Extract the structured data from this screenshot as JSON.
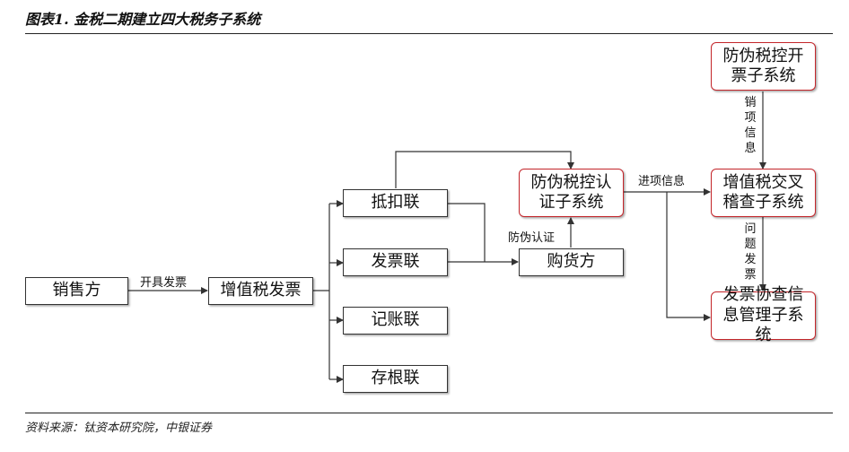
{
  "title": "图表1. 金税二期建立四大税务子系统",
  "source": "资料来源：钛资本研究院，中银证券",
  "nodes": {
    "seller": "销售方",
    "vat_invoice": "增值税发票",
    "deduction_copy": "抵扣联",
    "invoice_copy": "发票联",
    "bookkeeping_copy": "记账联",
    "stub_copy": "存根联",
    "anti_fraud_verify": "防伪税控认证子系统",
    "buyer": "购货方",
    "anti_fraud_issue": "防伪税控开票子系统",
    "vat_crosscheck": "增值税交叉稽查子系统",
    "invoice_audit": "发票协查信息管理子系统"
  },
  "edges": {
    "issue_invoice": "开具发票",
    "anti_fraud_auth": "防伪认证",
    "input_info": "进项信息",
    "sales_info": "销项信息",
    "problem_invoice": "问题发票"
  }
}
